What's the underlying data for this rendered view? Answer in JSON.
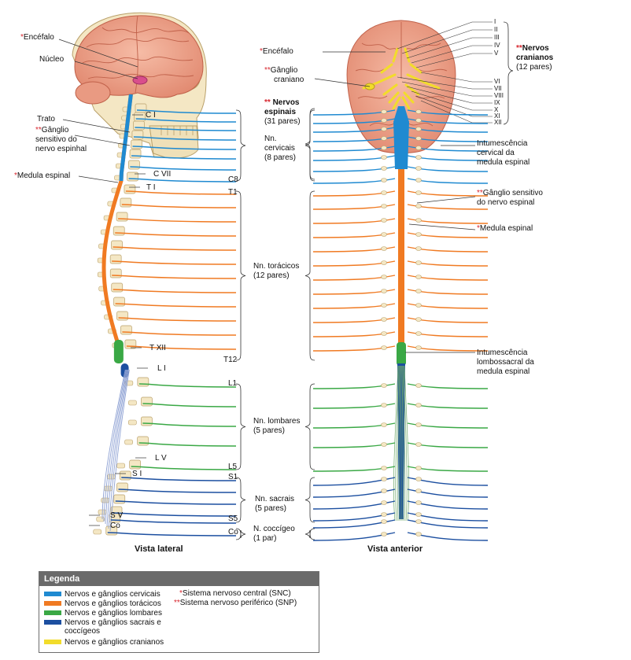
{
  "colors": {
    "cervical": "#1f8ad1",
    "thoracic": "#f07a22",
    "lumbar": "#3aa845",
    "sacral": "#1c4fa0",
    "cranial": "#f2dc2b",
    "brain": "#efa58d",
    "bone": "#f4e7c4",
    "red_asterisk": "#d6262e"
  },
  "lateral": {
    "title": "Vista lateral",
    "encefalo": "Encéfalo",
    "nucleo": "Núcleo",
    "trato": "Trato",
    "ganglio": "Gânglio sensitivo do nervo espinhal",
    "ganglio_l1": "Gânglio",
    "ganglio_l2": "sensitivo do",
    "ganglio_l3": "nervo espinhal",
    "medula": "Medula espinal",
    "vert": {
      "ci": "C I",
      "cvii": "C VII",
      "ti": "T I",
      "txii": "T XII",
      "li": "L I",
      "lv": "L V",
      "si": "S I",
      "sv": "S V",
      "co": "Co"
    },
    "segments": {
      "c8": "C8",
      "t1": "T1",
      "t12": "T12",
      "l1": "L1",
      "l5": "L5",
      "s1": "S1",
      "s5": "S5",
      "co": "Co"
    }
  },
  "groups": {
    "nervos_espinais_l1": "Nervos",
    "nervos_espinais_l2": "espinais",
    "nervos_espinais_count": "(31 pares)",
    "cervicais_l1": "Nn.",
    "cervicais_l2": "cervicais",
    "cervicais_count": "(8 pares)",
    "toracicos": "Nn. torácicos",
    "toracicos_count": "(12 pares)",
    "lombares": "Nn. lombares",
    "lombares_count": "(5 pares)",
    "sacrais": "Nn. sacrais",
    "sacrais_count": "(5 pares)",
    "coccigeo": "N. coccígeo",
    "coccigeo_count": "(1 par)"
  },
  "anterior": {
    "title": "Vista anterior",
    "encefalo": "Encéfalo",
    "ganglio_cran_l1": "Gânglio",
    "ganglio_cran_l2": "craniano",
    "nervos_cranianos_l1": "Nervos",
    "nervos_cranianos_l2": "cranianos",
    "nervos_cranianos_count": "(12 pares)",
    "roman": [
      "I",
      "II",
      "III",
      "IV",
      "V",
      "VI",
      "VII",
      "VIII",
      "IX",
      "X",
      "XI",
      "XII"
    ],
    "int_cervical_l1": "Intumescência",
    "int_cervical_l2": "cervical da",
    "int_cervical_l3": "medula espinal",
    "ganglio_l1": "Gânglio sensitivo",
    "ganglio_l2": "do nervo espinal",
    "medula": "Medula espinal",
    "int_lombo_l1": "Intumescência",
    "int_lombo_l2": "lombossacral da",
    "int_lombo_l3": "medula espinal"
  },
  "legend": {
    "title": "Legenda",
    "items": [
      "Nervos e gânglios cervicais",
      "Nervos e gânglios torácicos",
      "Nervos e gânglios lombares",
      "Nervos e gânglios sacrais e",
      "coccígeos",
      "Nervos e gânglios cranianos"
    ],
    "snc": "Sistema nervoso central (SNC)",
    "snp": "Sistema nervoso periférico (SNP)"
  },
  "asterisk_single": "*",
  "asterisk_double": "**"
}
